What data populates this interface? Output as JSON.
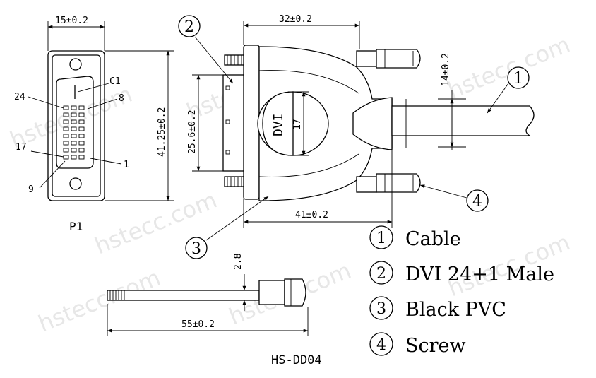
{
  "watermark": "hstecc.com",
  "p1": {
    "title": "P1",
    "width_dim": "15±0.2",
    "height_dim": "41.25±0.2",
    "pin_24": "24",
    "pin_8": "8",
    "pin_c1": "C1",
    "pin_17": "17",
    "pin_1": "1",
    "pin_9": "9"
  },
  "side": {
    "top_dim": "32±0.2",
    "bottom_dim": "41±0.2",
    "height_dim": "25.6±0.2",
    "inner_dim": "17",
    "cable_dim": "14±0.2",
    "logo": "DVI"
  },
  "screw": {
    "length_dim": "55±0.2",
    "diam_dim": "2.8"
  },
  "callouts": {
    "c1": "1",
    "c2": "2",
    "c3": "3",
    "c4": "4"
  },
  "legend": [
    {
      "num": "1",
      "label": "Cable"
    },
    {
      "num": "2",
      "label": "DVI 24+1 Male"
    },
    {
      "num": "3",
      "label": "Black PVC"
    },
    {
      "num": "4",
      "label": "Screw"
    }
  ],
  "model": "HS-DD04"
}
